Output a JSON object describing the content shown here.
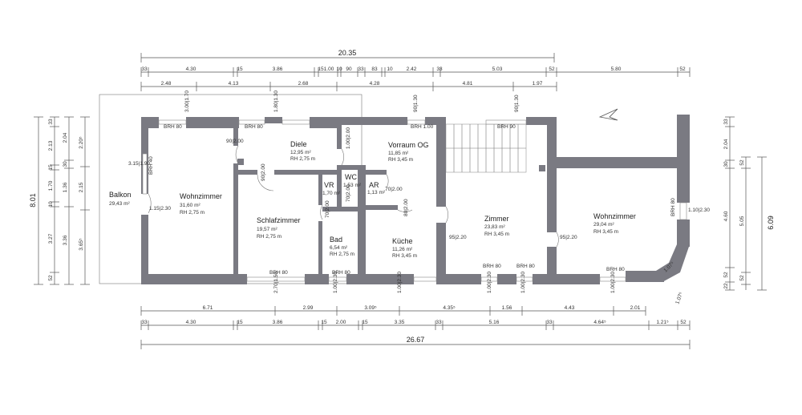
{
  "rooms": [
    {
      "name": "Balkon",
      "area": "29,43 m²",
      "height": ""
    },
    {
      "name": "Wohnzimmer",
      "area": "31,60 m²",
      "height": "RH 2,75 m"
    },
    {
      "name": "Diele",
      "area": "12,95 m²",
      "height": "RH 2,75 m"
    },
    {
      "name": "Schlafzimmer",
      "area": "19,57 m²",
      "height": "RH 2,75 m"
    },
    {
      "name": "VR",
      "area": "1,70 m²",
      "height": ""
    },
    {
      "name": "WC",
      "area": "1,53 m²",
      "height": ""
    },
    {
      "name": "AR",
      "area": "1,13 m²",
      "height": ""
    },
    {
      "name": "Bad",
      "area": "6,54 m²",
      "height": "RH 2,75 m"
    },
    {
      "name": "Vorraum OG",
      "area": "11,85 m²",
      "height": "RH 3,45 m"
    },
    {
      "name": "Küche",
      "area": "11,26 m²",
      "height": "RH 3,45 m"
    },
    {
      "name": "Zimmer",
      "area": "23,83 m²",
      "height": "RH 3,45 m"
    },
    {
      "name": "Wohnzimmer",
      "area": "29,04 m²",
      "height": "RH 3,45 m"
    }
  ],
  "overall": {
    "top": "20.35",
    "bottom": "26.67",
    "left": "8.01",
    "right": "6.09"
  },
  "dim_top_1": [
    "33",
    "4.30",
    "15",
    "3.86",
    "15",
    "1.00",
    "10",
    "90",
    "33",
    "83",
    "10",
    "2.42",
    "33",
    "5.03",
    "52",
    "5.80",
    "52"
  ],
  "dim_top_2": [
    "2.48",
    "4.13",
    "2.68",
    "4.28",
    "4.81",
    "1.97"
  ],
  "dim_bottom_1": [
    "6.71",
    "2.99",
    "3.09⁵",
    "4.35⁵",
    "1.56",
    "4.43",
    "2.01"
  ],
  "dim_bottom_2": [
    "33",
    "4.30",
    "15",
    "3.86",
    "15",
    "2.00",
    "15",
    "3.35",
    "33",
    "5.16",
    "33",
    "4.64⁵",
    "1.21⁵",
    "52"
  ],
  "dim_left_1": [
    "33",
    "2.13",
    "15",
    "1.70",
    "10",
    "3.27",
    "52"
  ],
  "dim_left_2": [
    "2.04",
    "30",
    "1.36",
    "3.36"
  ],
  "dim_left_3": [
    "2.20⁵",
    "2.15",
    "3.65⁵"
  ],
  "dim_right_1": [
    "33",
    "2.04",
    "30",
    "4.60",
    "52",
    "22"
  ],
  "dim_right_2": [
    "52",
    "5.05",
    "52"
  ],
  "openings": {
    "brh80": "BRH 80",
    "brh90": "BRH 90",
    "brh100": "BRH 1.00",
    "brh40": "BRH 40",
    "w_90_200": "90|2.00",
    "w_100_2_00": "1.00|2.00",
    "w_115_230": "1.15|2.30",
    "w_110_230": "1.10|2.30",
    "w_95_220": "95|2.20",
    "w_80_200": "80|2.00",
    "w_70_200": "70|2.00",
    "w_315_190": "3.15|1.90",
    "w_300_170": "3.00|1.70",
    "w_180_130": "1.80|1.30",
    "w_90_130": "90|1.30",
    "w_270_150": "2.70|1.50",
    "w_100_230": "1.00|2.30",
    "w_107": "1.07⁵"
  }
}
